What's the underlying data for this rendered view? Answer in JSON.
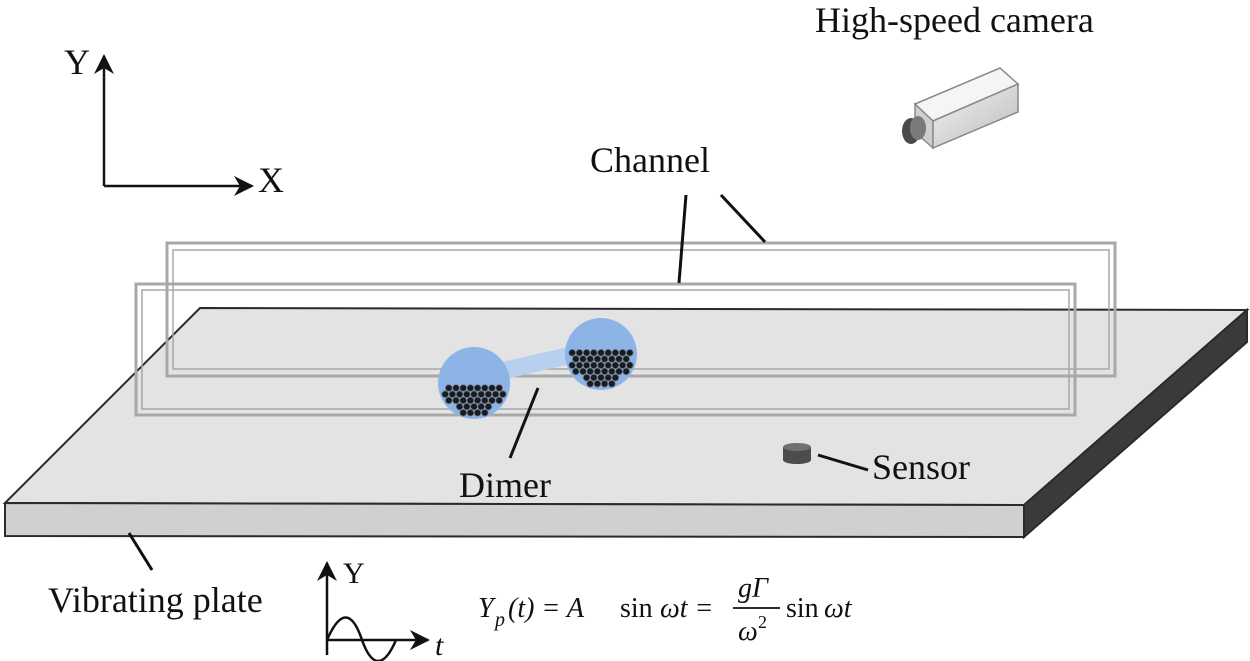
{
  "labels": {
    "camera": "High-speed camera",
    "channel": "Channel",
    "dimer": "Dimer",
    "sensor": "Sensor",
    "plate": "Vibrating plate"
  },
  "axes": {
    "main_y": "Y",
    "main_x": "X",
    "small_y": "Y",
    "small_t": "t"
  },
  "equation": {
    "lhs_Y": "Y",
    "lhs_sub": "p",
    "lhs_arg": "(t) = A",
    "sin1": "sin",
    "omega_t1": "ωt =",
    "frac_num": "gΓ",
    "frac_den": "ω",
    "frac_den_exp": "2",
    "sin2": "sin",
    "omega_t2": "ωt"
  },
  "colors": {
    "plate_top": "#e3e3e3",
    "plate_side": "#d0d0d0",
    "plate_edge": "#2a2a2a",
    "channel": "#a8a8a8",
    "sphere": "#8cb4e6",
    "beads": "#1b1b1b",
    "sensor": "#555555"
  }
}
